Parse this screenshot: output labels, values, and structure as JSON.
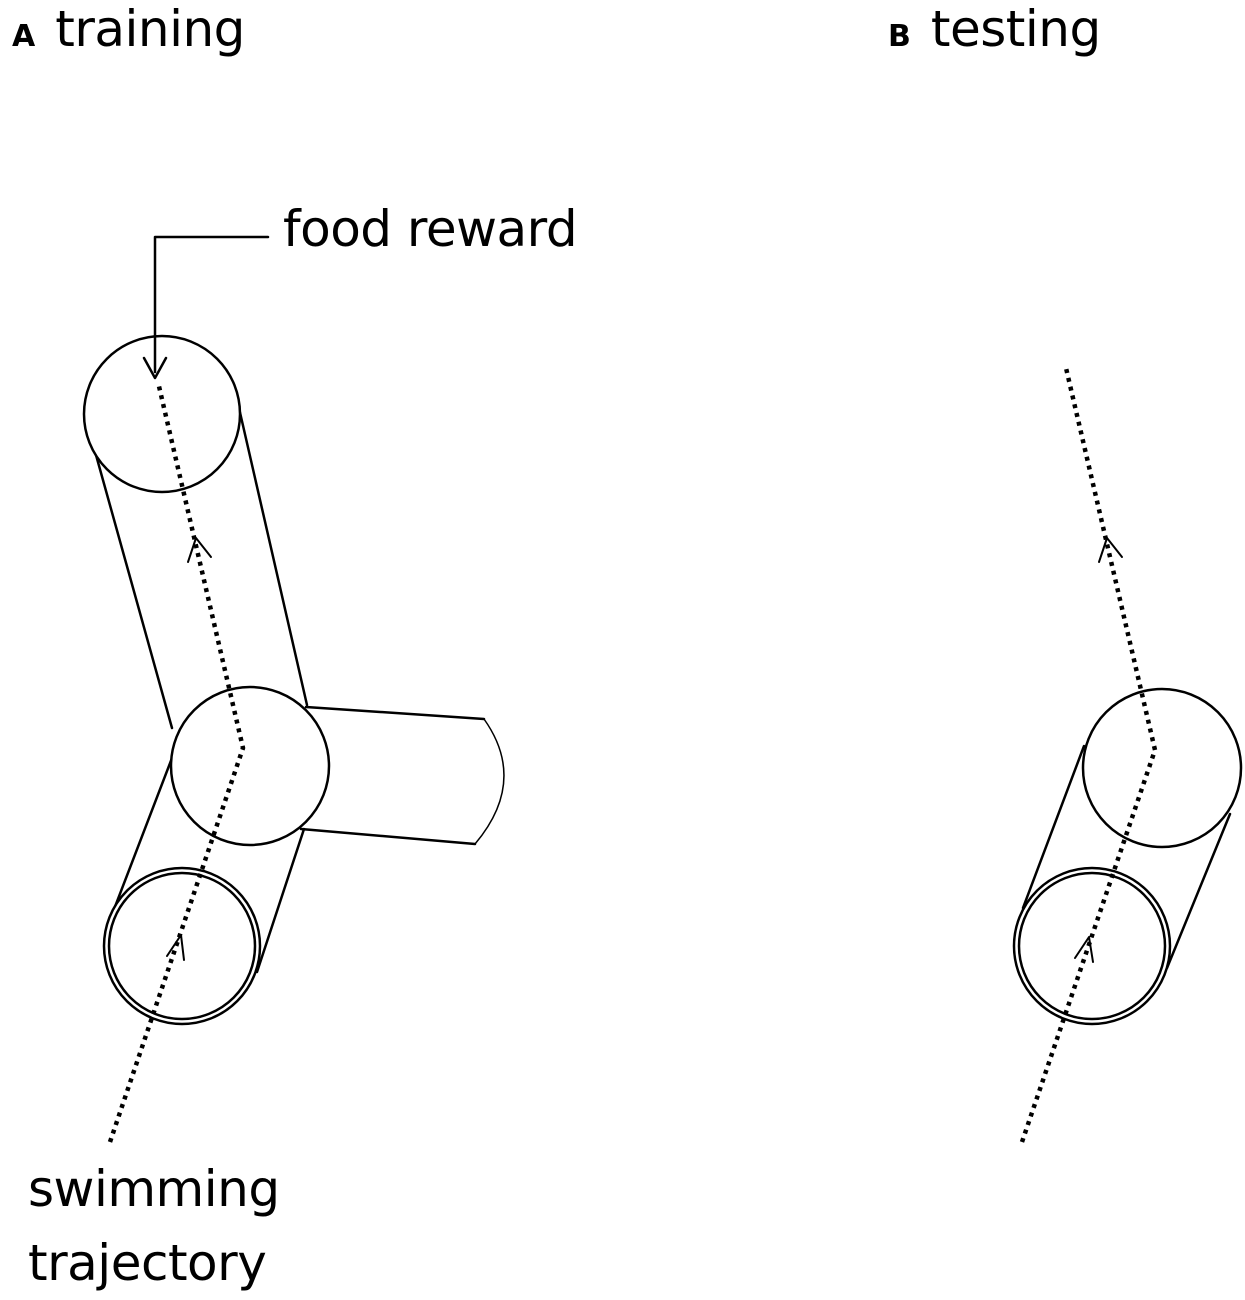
{
  "panels": [
    {
      "letter": "A",
      "title": "training"
    },
    {
      "letter": "B",
      "title": "testing"
    }
  ],
  "annotations": {
    "food_reward": "food reward",
    "swimming_trajectory_line1": "swimming",
    "swimming_trajectory_line2": "trajectory"
  },
  "colors": {
    "stroke": "#000000",
    "background": "#ffffff"
  }
}
